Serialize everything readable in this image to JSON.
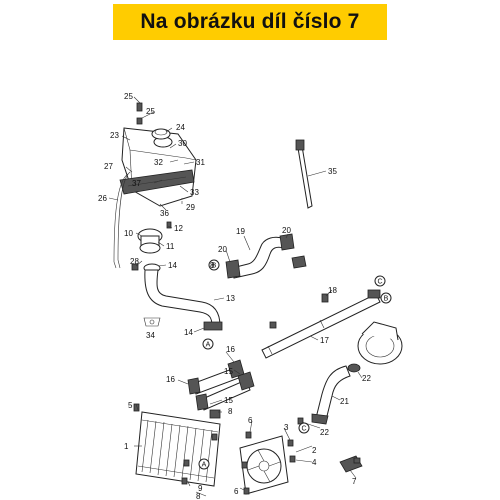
{
  "banner": {
    "text": "Na obrázku díl číslo 7",
    "color": "#ffcc00"
  },
  "callouts": [
    "25",
    "25",
    "24",
    "23",
    "30",
    "27",
    "32",
    "31",
    "33",
    "37",
    "26",
    "29",
    "36",
    "12",
    "10",
    "11",
    "28",
    "14",
    "35",
    "19",
    "20",
    "20",
    "8",
    "13",
    "34",
    "14",
    "18",
    "17",
    "16",
    "16",
    "15",
    "15",
    "22",
    "22",
    "21",
    "5",
    "8",
    "1",
    "6",
    "3",
    "9",
    "8",
    "2",
    "4",
    "7",
    "6",
    "A",
    "A",
    "B",
    "B",
    "C",
    "C"
  ]
}
